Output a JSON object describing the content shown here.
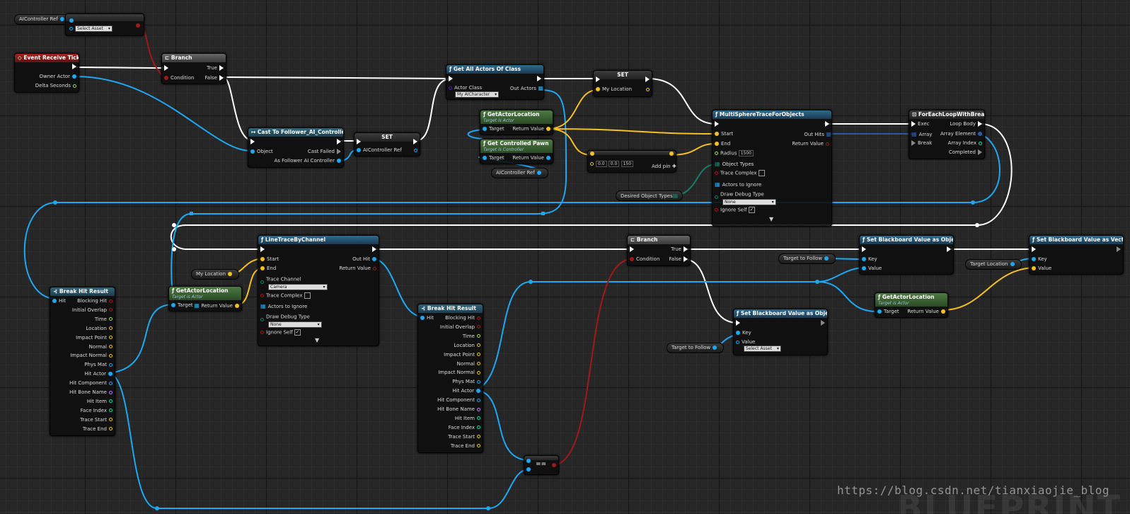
{
  "colors": {
    "exec": "#ffffff",
    "object": "#1ea8f2",
    "vector": "#f5c021",
    "bool": "#a11a1a",
    "struct": "#2b5aa8",
    "float": "#9be05e",
    "class": "#5a1fa1",
    "name": "#c879ff",
    "int": "#1fd89b"
  },
  "vars": {
    "aicontroller_ref_top": "AIController Ref",
    "my_location": "My Location",
    "aicontroller_ref_mid": "AIController Ref",
    "desired_object_types": "Desired Object Types",
    "target_to_follow_1": "Target to Follow",
    "target_location": "Target Location",
    "target_to_follow_2": "Target to Follow"
  },
  "isvalid_node": {
    "title": "",
    "select_asset": "Select Asset"
  },
  "event_tick": {
    "title": "Event Receive Tick",
    "owner_actor": "Owner Actor",
    "delta_seconds": "Delta Seconds"
  },
  "branch1": {
    "title": "Branch",
    "true": "True",
    "condition": "Condition",
    "false": "False"
  },
  "cast": {
    "title": "Cast To Follower_AI_Controller",
    "object": "Object",
    "cast_failed": "Cast Failed",
    "as_output": "As Follower AI Controller"
  },
  "set1": {
    "title": "SET",
    "pin": "AIController Ref"
  },
  "get_all_actors": {
    "title": "Get All Actors Of Class",
    "actor_class": "Actor Class",
    "class_value": "My AICharacter",
    "out_actors": "Out Actors"
  },
  "get_actor_location1": {
    "title": "GetActorLocation",
    "subtitle": "Target is Actor",
    "target": "Target",
    "return": "Return Value"
  },
  "get_controlled_pawn": {
    "title": "Get Controlled Pawn",
    "subtitle": "Target is Controller",
    "target": "Target",
    "return": "Return Value"
  },
  "set2": {
    "title": "SET",
    "pin": "My Location"
  },
  "make_array": {
    "x": "0.0",
    "y": "0.0",
    "z": "150",
    "add_pin": "Add pin"
  },
  "multisphere": {
    "title": "MultiSphereTraceForObjects",
    "start": "Start",
    "end": "End",
    "radius": "Radius",
    "radius_value": "1500",
    "object_types": "Object Types",
    "trace_complex": "Trace Complex",
    "actors_to_ignore": "Actors to Ignore",
    "draw_debug": "Draw Debug Type",
    "draw_debug_value": "None",
    "ignore_self": "Ignore Self",
    "out_hits": "Out Hits",
    "return": "Return Value"
  },
  "foreach": {
    "title": "ForEachLoopWithBreak",
    "exec": "Exec",
    "array": "Array",
    "break": "Break",
    "loop_body": "Loop Body",
    "array_element": "Array Element",
    "array_index": "Array Index",
    "completed": "Completed"
  },
  "linetrace": {
    "title": "LineTraceByChannel",
    "start": "Start",
    "end": "End",
    "trace_channel": "Trace Channel",
    "trace_channel_value": "Camera",
    "trace_complex": "Trace Complex",
    "actors_to_ignore": "Actors to Ignore",
    "draw_debug": "Draw Debug Type",
    "draw_debug_value": "None",
    "ignore_self": "Ignore Self",
    "out_hit": "Out Hit",
    "return": "Return Value"
  },
  "get_actor_location2": {
    "title": "GetActorLocation",
    "subtitle": "Target is Actor",
    "target": "Target",
    "return": "Return Value"
  },
  "break_hit_labels": [
    "Blocking Hit",
    "Initial Overlap",
    "Time",
    "Location",
    "Impact Point",
    "Normal",
    "Impact Normal",
    "Phys Mat",
    "Hit Actor",
    "Hit Component",
    "Hit Bone Name",
    "Hit Item",
    "Face Index",
    "Trace Start",
    "Trace End"
  ],
  "break_hit1": {
    "title": "Break Hit Result",
    "hit": "Hit"
  },
  "break_hit2": {
    "title": "Break Hit Result",
    "hit": "Hit"
  },
  "branch2": {
    "title": "Branch",
    "true": "True",
    "condition": "Condition",
    "false": "False"
  },
  "set_bb_object1": {
    "title": "Set Blackboard Value as Object",
    "key": "Key",
    "value": "Value"
  },
  "set_bb_vector": {
    "title": "Set Blackboard Value as Vector",
    "key": "Key",
    "value": "Value"
  },
  "get_actor_location3": {
    "title": "GetActorLocation",
    "subtitle": "Target is Actor",
    "target": "Target",
    "return": "Return Value"
  },
  "set_bb_object2": {
    "title": "Set Blackboard Value as Object",
    "key": "Key",
    "value": "Value",
    "select_asset": "Select Asset"
  },
  "equals": {
    "title": "=="
  },
  "watermark": "https://blog.csdn.net/tianxiaojie_blog",
  "background_text": "BLUEPRINT"
}
